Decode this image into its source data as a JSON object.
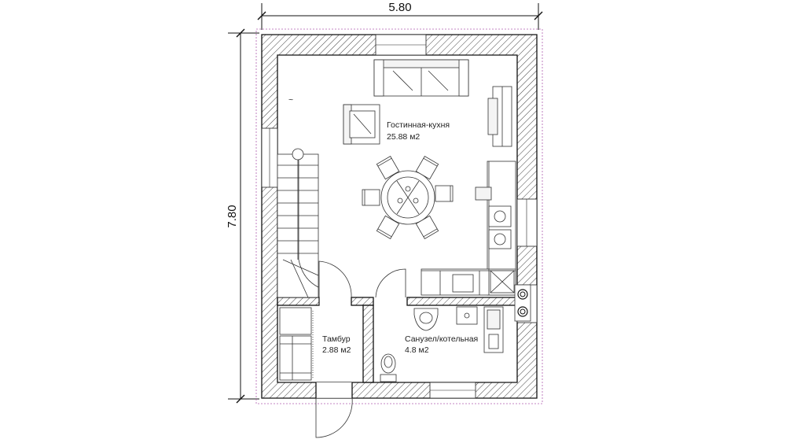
{
  "dimensions": {
    "width": "5.80",
    "height": "7.80"
  },
  "rooms": [
    {
      "name": "Гостинная-кухня",
      "area": "25.88 м2"
    },
    {
      "name": "Тамбур",
      "area": "2.88 м2"
    },
    {
      "name": "Санузел/котельная",
      "area": "4.8 м2"
    }
  ],
  "colors": {
    "wall_stroke": "#111111",
    "hatch": "#444444",
    "outline_dash": "#b05cb0",
    "dimension": "#111111"
  }
}
